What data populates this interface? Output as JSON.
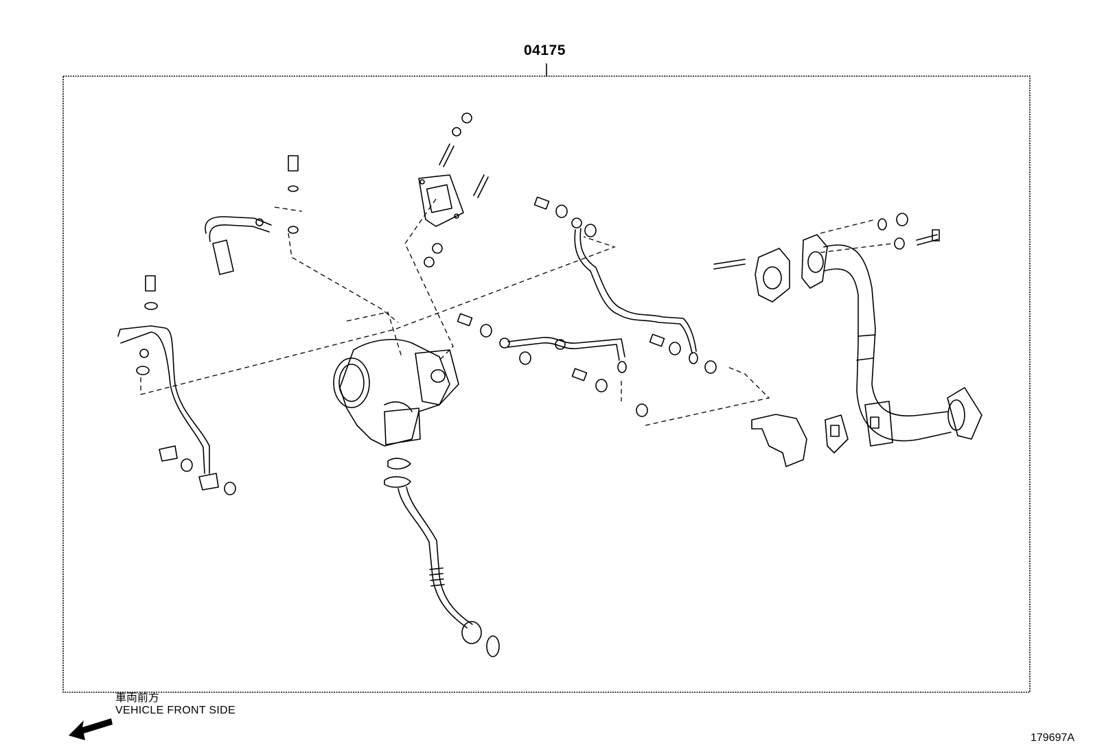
{
  "assembly": {
    "part_number": "04175"
  },
  "orientation": {
    "label_jp": "車両前方",
    "label_en": "VEHICLE FRONT SIDE",
    "arrow_icon": "arrow-lower-left-icon"
  },
  "figure": {
    "id": "179697A"
  }
}
